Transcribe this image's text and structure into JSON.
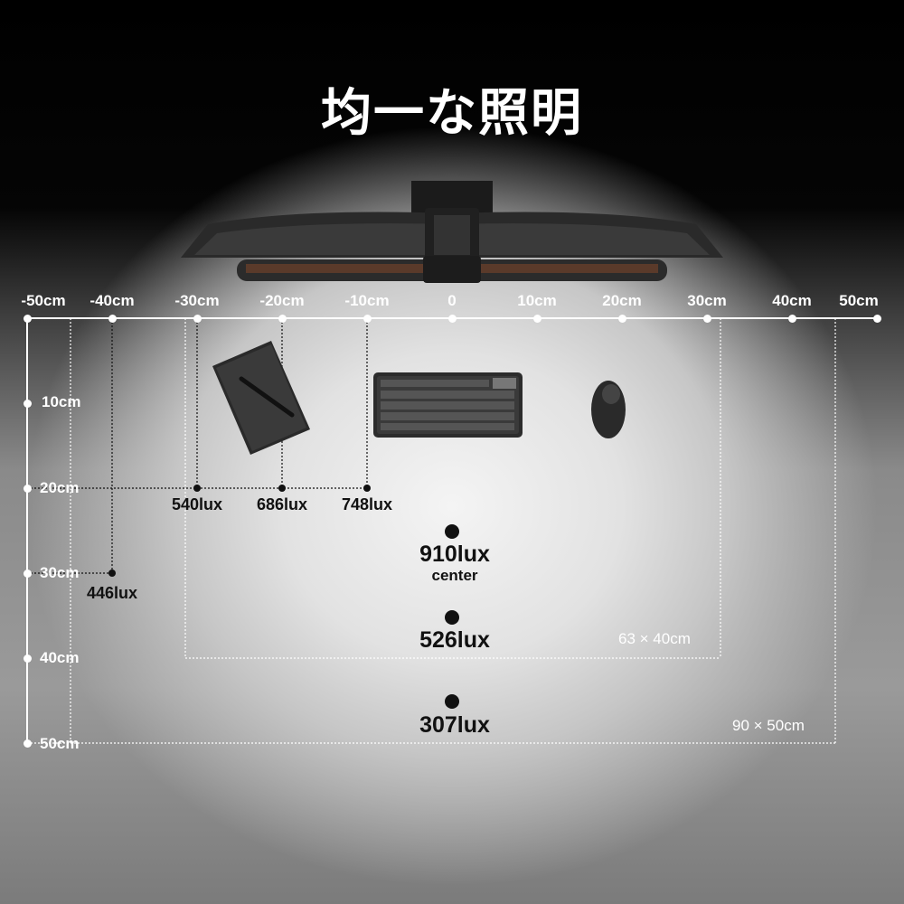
{
  "title": "均一な照明",
  "x_axis": {
    "labels": [
      "-50cm",
      "-40cm",
      "-30cm",
      "-20cm",
      "-10cm",
      "0",
      "10cm",
      "20cm",
      "30cm",
      "40cm",
      "50cm"
    ]
  },
  "y_axis": {
    "labels": [
      "10cm",
      "20cm",
      "30cm",
      "40cm",
      "50cm"
    ]
  },
  "measurements": {
    "m540": "540lux",
    "m686": "686lux",
    "m748": "748lux",
    "m446": "446lux",
    "center_value": "910lux",
    "center_label": "center",
    "m526": "526lux",
    "m307": "307lux"
  },
  "areas": {
    "inner": "63 × 40cm",
    "outer": "90 × 50cm"
  },
  "icons": [
    "monitor-icon",
    "light-bar-icon",
    "notebook-icon",
    "pen-icon",
    "keyboard-icon",
    "mouse-icon"
  ]
}
